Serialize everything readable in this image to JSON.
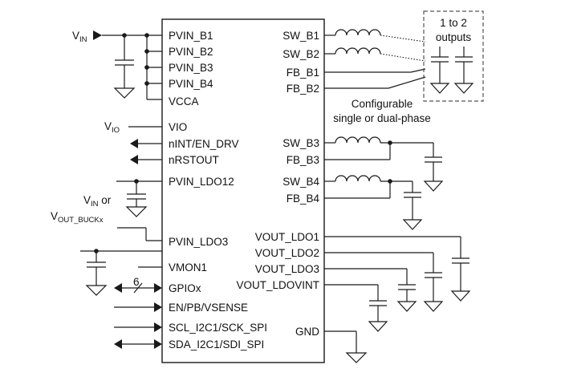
{
  "ic_pins_left": [
    "PVIN_B1",
    "PVIN_B2",
    "PVIN_B3",
    "PVIN_B4",
    "VCCA",
    "VIO",
    "nINT/EN_DRV",
    "nRSTOUT",
    "PVIN_LDO12",
    "PVIN_LDO3",
    "VMON1",
    "GPIOx",
    "EN/PB/VSENSE",
    "SCL_I2C1/SCK_SPI",
    "SDA_I2C1/SDI_SPI"
  ],
  "ic_pins_right": [
    "SW_B1",
    "SW_B2",
    "FB_B1",
    "FB_B2",
    "SW_B3",
    "FB_B3",
    "SW_B4",
    "FB_B4",
    "VOUT_LDO1",
    "VOUT_LDO2",
    "VOUT_LDO3",
    "VOUT_LDOVINT",
    "GND"
  ],
  "external_labels": {
    "vin_main": "V",
    "vin_main_sub": "IN",
    "vio": "V",
    "vio_sub": "IO",
    "ldo12_line1": "V",
    "ldo12_line1_sub": "IN",
    "ldo12_line1_suffix": " or",
    "ldo12_line2": "V",
    "ldo12_line2_sub": "OUT_BUCKx",
    "gpio_count": "6"
  },
  "notes": {
    "outputs_line1": "1 to 2",
    "outputs_line2": "outputs",
    "phase_line1": "Configurable",
    "phase_line2": "single or dual-phase"
  }
}
